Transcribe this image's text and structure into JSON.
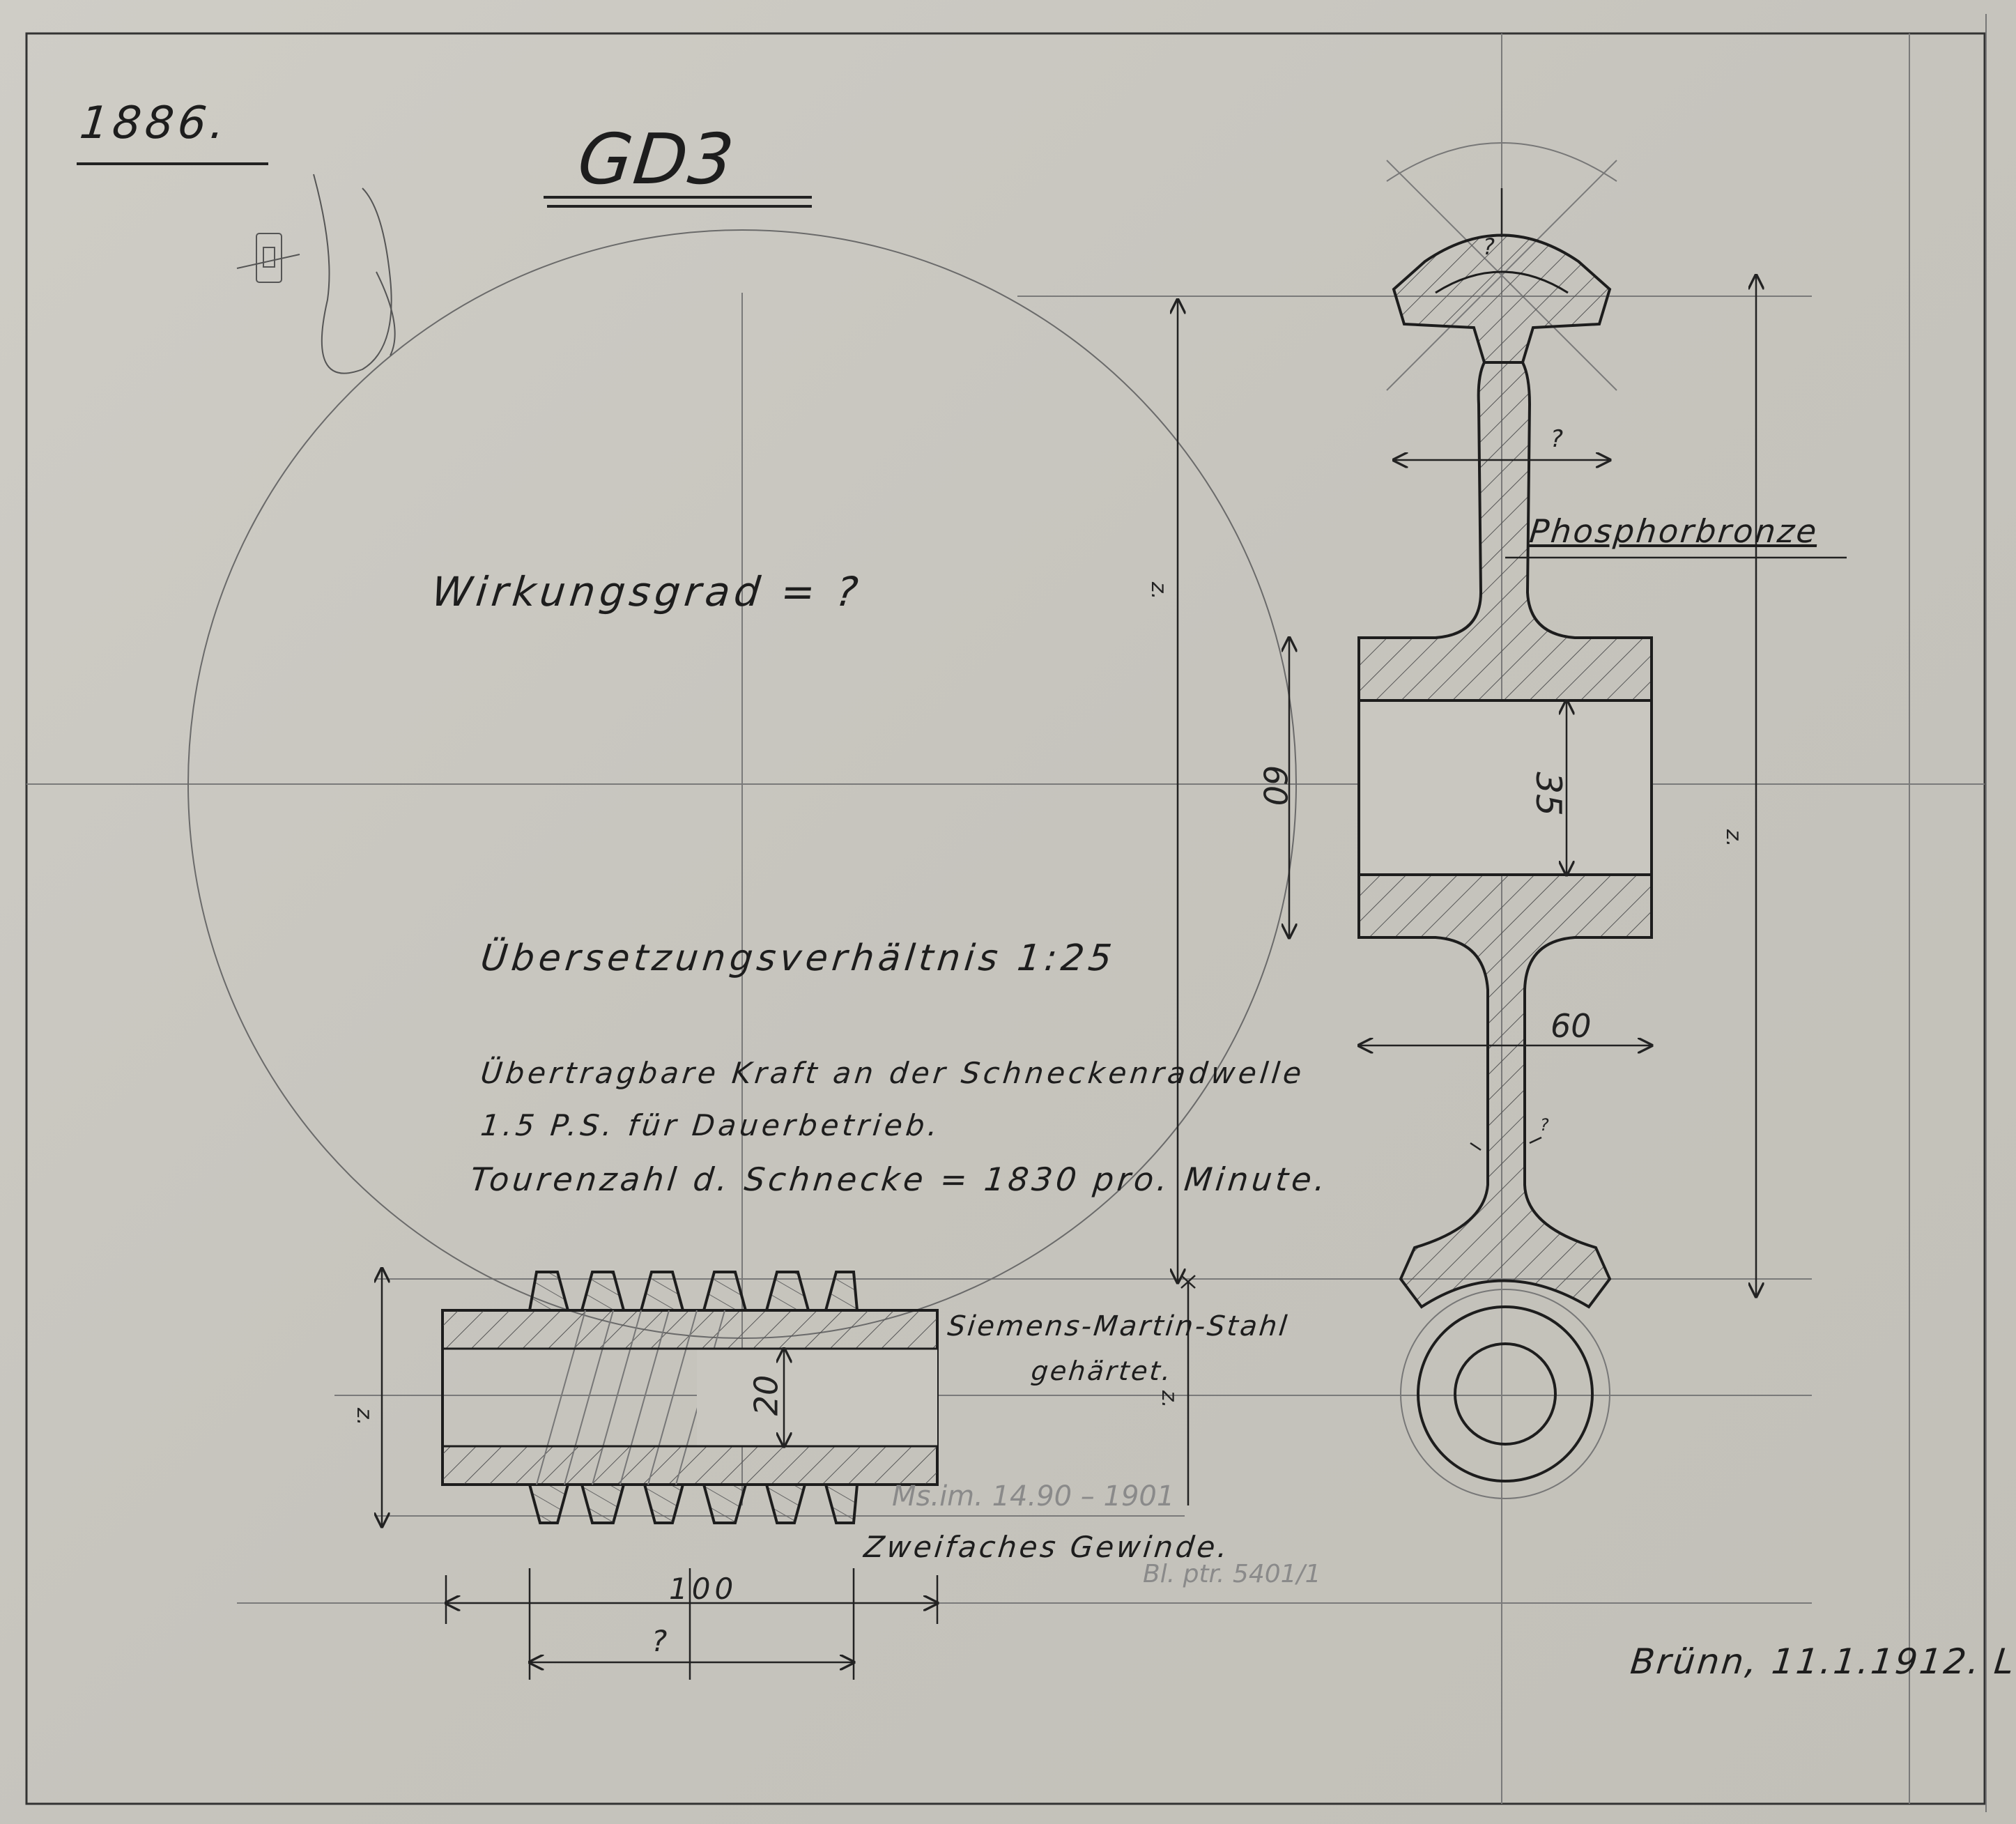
{
  "sheet": {
    "number": "1886.",
    "code": "GD3",
    "title": "Wirkungsgrad = ?",
    "ratio": "Übersetzungsverhältnis 1:25",
    "power_line1": "Übertragbare Kraft an der Schneckenradwelle",
    "power_line2": "1.5 P.S. für Dauerbetrieb.",
    "speed": "Tourenzahl d. Schnecke = 1830 pro. Minute.",
    "signature": "Brünn, 11.1.1912. L."
  },
  "labels": {
    "wheel_material": "Phosphorbronze",
    "worm_material_1": "Siemens-Martin-Stahl",
    "worm_material_2": "gehärtet.",
    "thread": "Zweifaches Gewinde."
  },
  "dimensions": {
    "hub_length": "60",
    "bore": "35",
    "hub_diameter": "60",
    "worm_length": "100",
    "worm_bore": "20",
    "unknown": "?",
    "z": "z."
  },
  "colors": {
    "paper": "#cbc9c2",
    "ink": "#1d1d1d",
    "pencil": "#6a6a6a"
  }
}
